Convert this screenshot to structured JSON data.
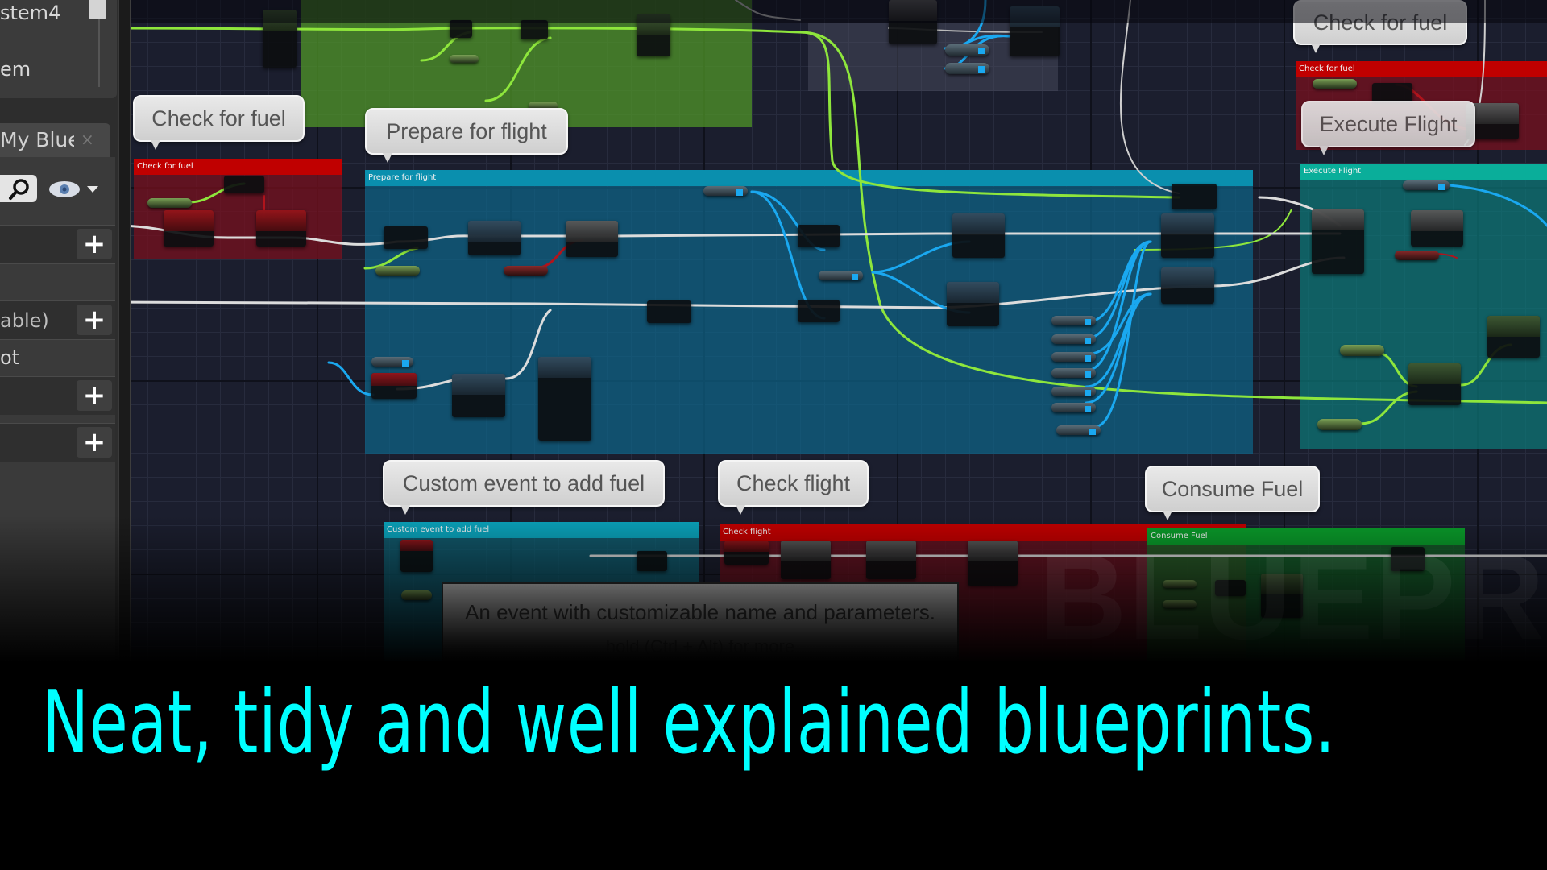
{
  "sidebar": {
    "top_rows": [
      "stem4",
      "em"
    ],
    "tab": {
      "label": "My Blue|",
      "close": "×"
    },
    "search": {
      "icon": "search-icon"
    },
    "visibility": {
      "icon": "eye-icon",
      "dropdown": "chevron-down-icon"
    },
    "sections": [
      {
        "label": "",
        "add": "+"
      },
      {
        "label": "able)",
        "add": "+"
      },
      {
        "label": "",
        "add": "+"
      },
      {
        "label": "",
        "add": "+"
      }
    ],
    "sub_rows": [
      "",
      "ot"
    ]
  },
  "graph": {
    "comments": [
      {
        "id": "check-for-fuel-left",
        "bubble": "Check for fuel",
        "header": "Check for fuel",
        "color": "#c00000"
      },
      {
        "id": "prepare-for-flight",
        "bubble": "Prepare for flight",
        "header": "Prepare for flight",
        "color": "#0a8fae"
      },
      {
        "id": "check-for-fuel-right",
        "bubble": "Check for fuel",
        "header": "Check for fuel",
        "color": "#c00000"
      },
      {
        "id": "execute-flight",
        "bubble": "Execute Flight",
        "header": "Execute Flight",
        "color": "#0aae9a"
      },
      {
        "id": "custom-event-add-fuel",
        "bubble": "Custom event to add fuel",
        "header": "Custom event to add fuel",
        "color": "#0aa0b8"
      },
      {
        "id": "check-flight",
        "bubble": "Check flight",
        "header": "Check flight",
        "color": "#c00000"
      },
      {
        "id": "consume-fuel",
        "bubble": "Consume Fuel",
        "header": "Consume Fuel",
        "color": "#0a9a2a"
      }
    ],
    "watermark": "BLUEPRINT",
    "tooltip": {
      "line1": "An event with customizable name and parameters.",
      "line2": "hold (Ctrl + Alt) for more"
    },
    "wire_colors": {
      "exec": "#e0e0e0",
      "float": "#8ee63c",
      "object": "#1aa8f0",
      "bool": "#b0141c"
    }
  },
  "caption": {
    "text": "Neat, tidy and well explained blueprints.",
    "color": "#00ffff"
  }
}
